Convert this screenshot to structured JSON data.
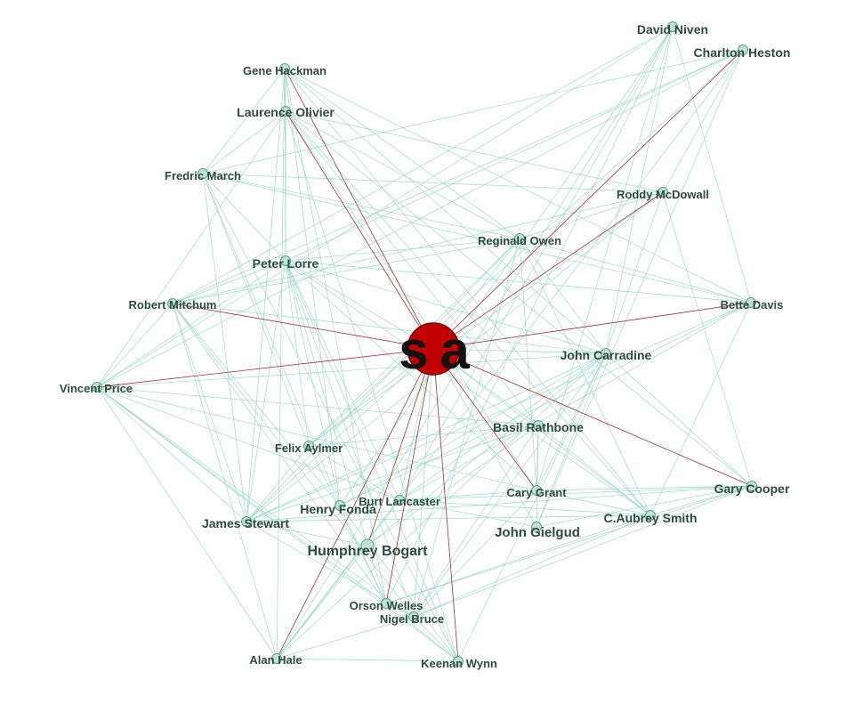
{
  "graph": {
    "hub": {
      "label": "s a",
      "color": "#c00000"
    },
    "edge_color": "#8fd3c0",
    "hub_edge_color": "#9a1c1c",
    "node_color": "#bde3d6",
    "nodes": [
      {
        "id": "david-niven",
        "label": "David Niven"
      },
      {
        "id": "charlton-heston",
        "label": "Charlton Heston"
      },
      {
        "id": "gene-hackman",
        "label": "Gene Hackman"
      },
      {
        "id": "laurence-olivier",
        "label": "Laurence Olivier"
      },
      {
        "id": "fredric-march",
        "label": "Fredric March"
      },
      {
        "id": "roddy-mcdowall",
        "label": "Roddy McDowall"
      },
      {
        "id": "reginald-owen",
        "label": "Reginald Owen"
      },
      {
        "id": "peter-lorre",
        "label": "Peter Lorre"
      },
      {
        "id": "robert-mitchum",
        "label": "Robert Mitchum"
      },
      {
        "id": "bette-davis",
        "label": "Bette Davis"
      },
      {
        "id": "john-carradine",
        "label": "John Carradine"
      },
      {
        "id": "vincent-price",
        "label": "Vincent Price"
      },
      {
        "id": "basil-rathbone",
        "label": "Basil Rathbone"
      },
      {
        "id": "felix-aylmer",
        "label": "Felix Aylmer"
      },
      {
        "id": "gary-cooper",
        "label": "Gary Cooper"
      },
      {
        "id": "cary-grant",
        "label": "Cary Grant"
      },
      {
        "id": "burt-lancaster",
        "label": "Burt Lancaster"
      },
      {
        "id": "henry-fonda",
        "label": "Henry Fonda"
      },
      {
        "id": "james-stewart",
        "label": "James Stewart"
      },
      {
        "id": "c-aubrey-smith",
        "label": "C.Aubrey Smith"
      },
      {
        "id": "john-gielgud",
        "label": "John Gielgud"
      },
      {
        "id": "humphrey-bogart",
        "label": "Humphrey Bogart"
      },
      {
        "id": "orson-welles",
        "label": "Orson Welles"
      },
      {
        "id": "nigel-bruce",
        "label": "Nigel Bruce"
      },
      {
        "id": "alan-hale",
        "label": "Alan Hale"
      },
      {
        "id": "keenan-wynn",
        "label": "Keenan Wynn"
      }
    ]
  }
}
